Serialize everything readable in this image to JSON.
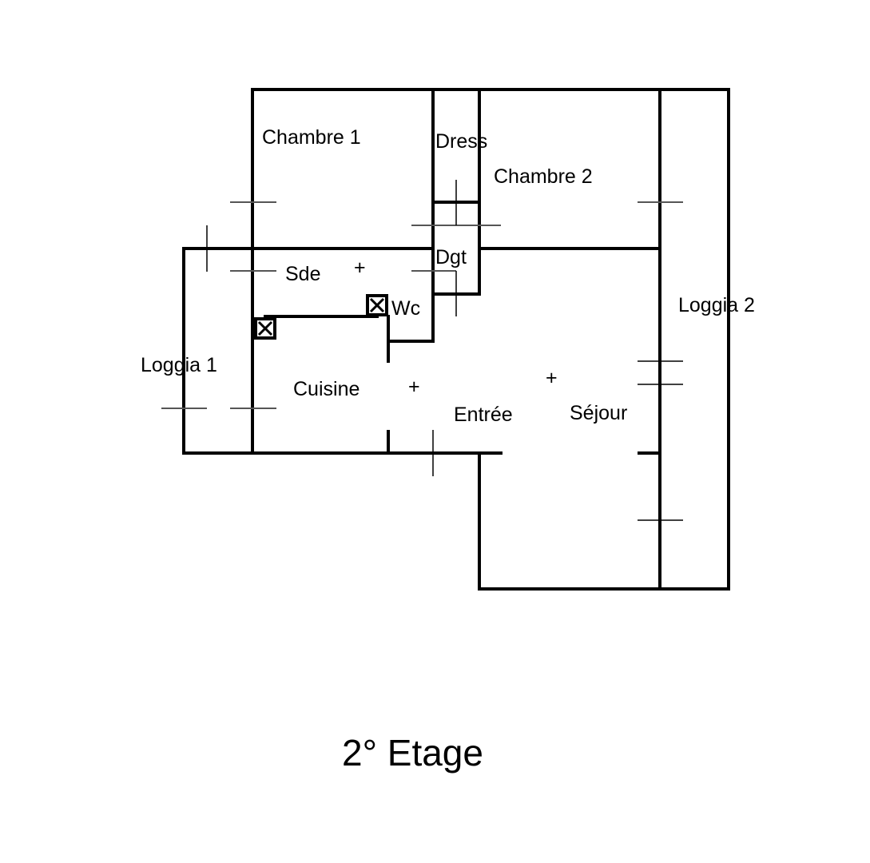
{
  "title": "2° Etage",
  "rooms": {
    "chambre1": "Chambre 1",
    "dress": "Dress",
    "chambre2": "Chambre 2",
    "sde": "Sde",
    "dgt": "Dgt",
    "wc": "Wc",
    "loggia1": "Loggia 1",
    "loggia2": "Loggia 2",
    "cuisine": "Cuisine",
    "entree": "Entrée",
    "sejour": "Séjour"
  },
  "markers": {
    "center": "+"
  },
  "colors": {
    "background": "#ffffff",
    "walls": "#000000"
  }
}
